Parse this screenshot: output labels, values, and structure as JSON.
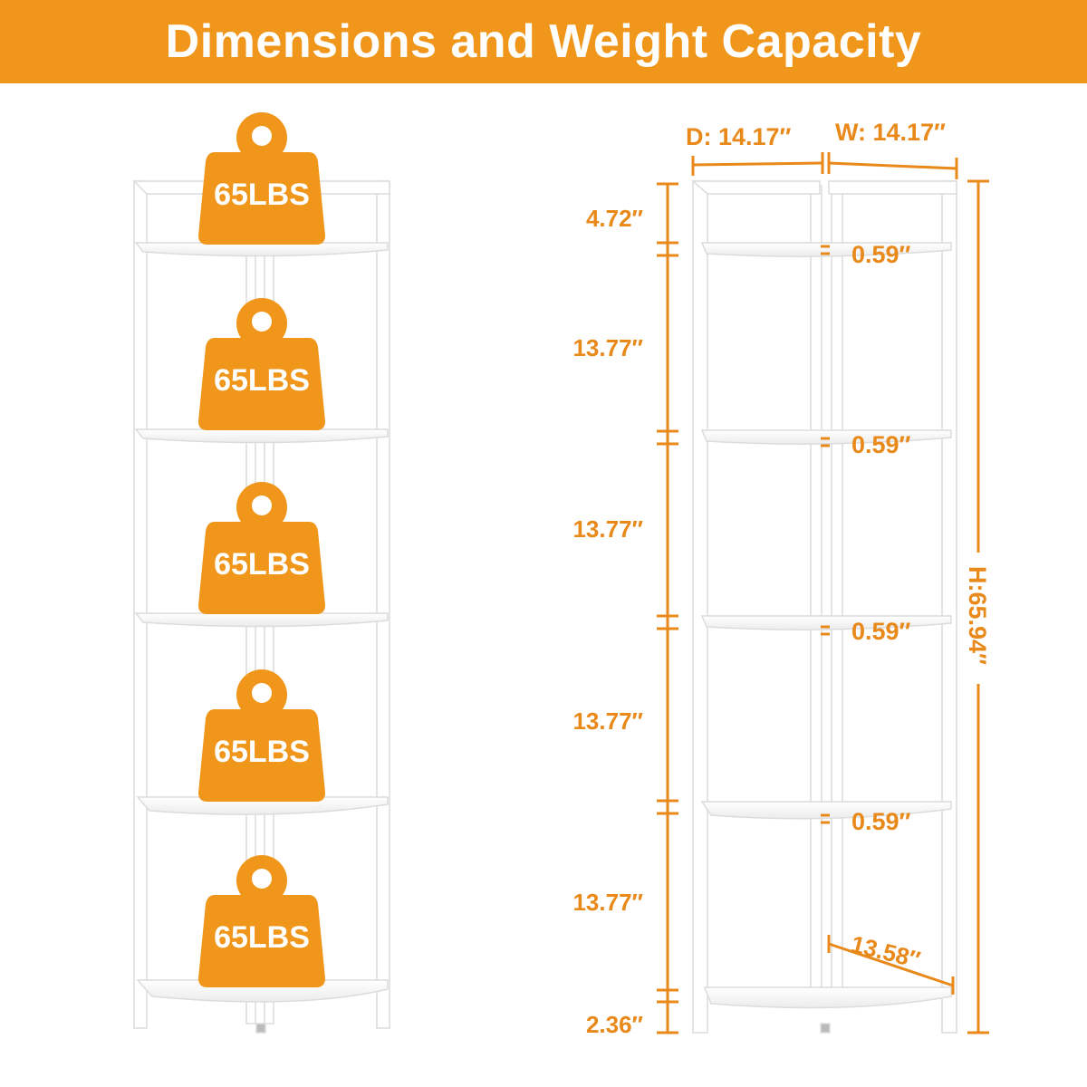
{
  "title": "Dimensions and Weight Capacity",
  "colors": {
    "banner": "#F0961B",
    "accent": "#E8891A",
    "weight": "#F0961B",
    "shelf_edge": "#d9d9d9"
  },
  "weight_icon": "kettlebell-weight-icon",
  "weights": [
    "65LBS",
    "65LBS",
    "65LBS",
    "65LBS",
    "65LBS"
  ],
  "dimensions": {
    "depth": "D: 14.17″",
    "width": "W: 14.17″",
    "height": "H:65.94″",
    "top_gap": "4.72″",
    "shelf_spacing": [
      "13.77″",
      "13.77″",
      "13.77″",
      "13.77″"
    ],
    "bottom_gap": "2.36″",
    "shelf_thickness": [
      "0.59″",
      "0.59″",
      "0.59″",
      "0.59″"
    ],
    "shelf_edge": "13.58″"
  }
}
